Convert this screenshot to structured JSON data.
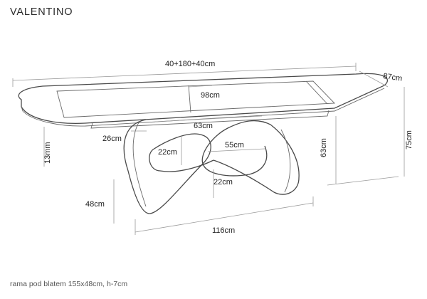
{
  "title": "VALENTINO",
  "footer_note": "rama pod blatem 155x48cm, h-7cm",
  "dimensions": {
    "top_length": "40+180+40cm",
    "depth": "87cm",
    "insert_width": "98cm",
    "top_thickness": "13mm",
    "frame_top_length": "63cm",
    "frame_offset": "26cm",
    "loop_inner_width": "55cm",
    "loop_height_left": "22cm",
    "loop_height_lower": "22cm",
    "base_height": "63cm",
    "total_height": "75cm",
    "base_depth": "48cm",
    "base_length": "116cm"
  }
}
